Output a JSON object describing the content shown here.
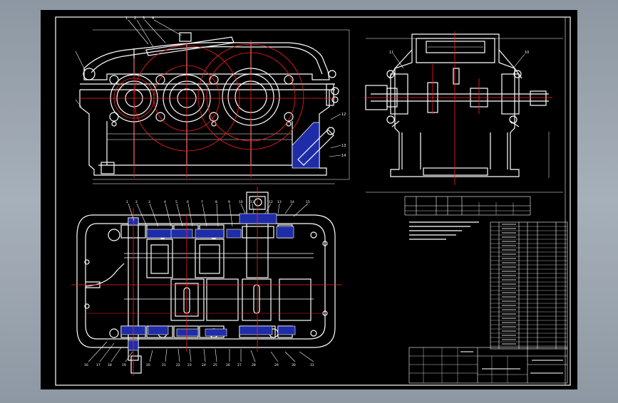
{
  "drawing": {
    "background": "#000000",
    "line_color": "#ffffff",
    "center_line_color": "#ff2020",
    "section_fill_color": "#1e2ca8",
    "callouts": {
      "front_top": [
        "1",
        "2",
        "3",
        "4"
      ],
      "front_right": [
        "12",
        "13",
        "14"
      ],
      "side": [
        "11",
        "10"
      ],
      "plan_top": [
        "1",
        "2",
        "3",
        "4",
        "5",
        "6",
        "7",
        "8",
        "9",
        "10",
        "11",
        "12",
        "13",
        "14",
        "15"
      ],
      "plan_bottom": [
        "16",
        "17",
        "18",
        "19",
        "20",
        "21",
        "22",
        "23",
        "24",
        "25",
        "26",
        "27",
        "28",
        "29",
        "30",
        "31"
      ]
    }
  }
}
